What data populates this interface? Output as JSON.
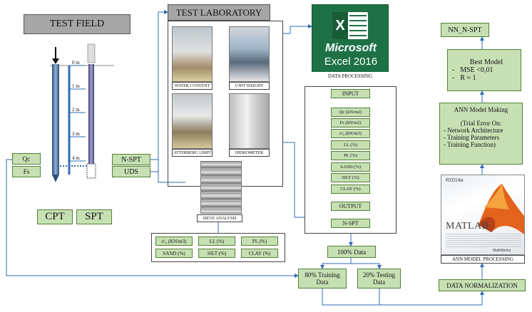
{
  "field": {
    "title": "TEST FIELD",
    "depths": [
      "0 m",
      "1 m",
      "2 m",
      "3 m",
      "4 m"
    ],
    "outputs_left": [
      "Qc",
      "Fs"
    ],
    "outputs_right": [
      "N-SPT",
      "UDS"
    ],
    "cpt_label": "CPT",
    "spt_label": "SPT"
  },
  "laboratory": {
    "title": "TEST LABORATORY",
    "tests": [
      "WATER CONTENT",
      "UNIT WEIGHT",
      "ATTERBERG LIMIT",
      "HIDROMETER",
      "SIEVE ANALYSIS"
    ],
    "params": [
      "σ'₀ (KN/m3)",
      "LL (%)",
      "PL (%)",
      "SAND (%)",
      "SILT (%)",
      "CLAY (%)"
    ]
  },
  "processing": {
    "logo_letter": "X",
    "logo_brand": "Microsoft",
    "logo_product": "Excel 2016",
    "caption": "DATA PROCESSING",
    "input_label": "INPUT",
    "inputs": [
      "Qc (kN/m2)",
      "Fs (kN/m2)",
      "σ'₀ (kN/m3)",
      "LL (%)",
      "PL (%)",
      "SAND (%)",
      "SILT (%)",
      "CLAY (%)"
    ],
    "output_label": "OUTPUT",
    "output_value": "N-SPT",
    "data_all": "100% Data",
    "training": "80% Training Data",
    "testing": "20% Testing Data"
  },
  "ann": {
    "result": "NN_N-SPT",
    "best_title": "Best Model",
    "best_mse": "MSE <0,01",
    "best_r": "R ≈ 1",
    "making_title": "ANN Model Making",
    "trial": "(Trial Error On:",
    "trial_items": [
      "- Network Architecture",
      "- Training  Parameters",
      "- Training  Function)"
    ],
    "matlab_version": "R2014a",
    "matlab_name": "MATLAB",
    "mathworks": "MathWorks",
    "processing": "ANN MODEL  PROCESSING",
    "normalization": "DATA NORMALIZATION"
  },
  "colors": {
    "green_fill": "#c6e0b4",
    "green_border": "#538135",
    "gray_header": "#a6a6a6",
    "arrow_blue": "#2e6db4",
    "excel_green": "#1e7145"
  }
}
